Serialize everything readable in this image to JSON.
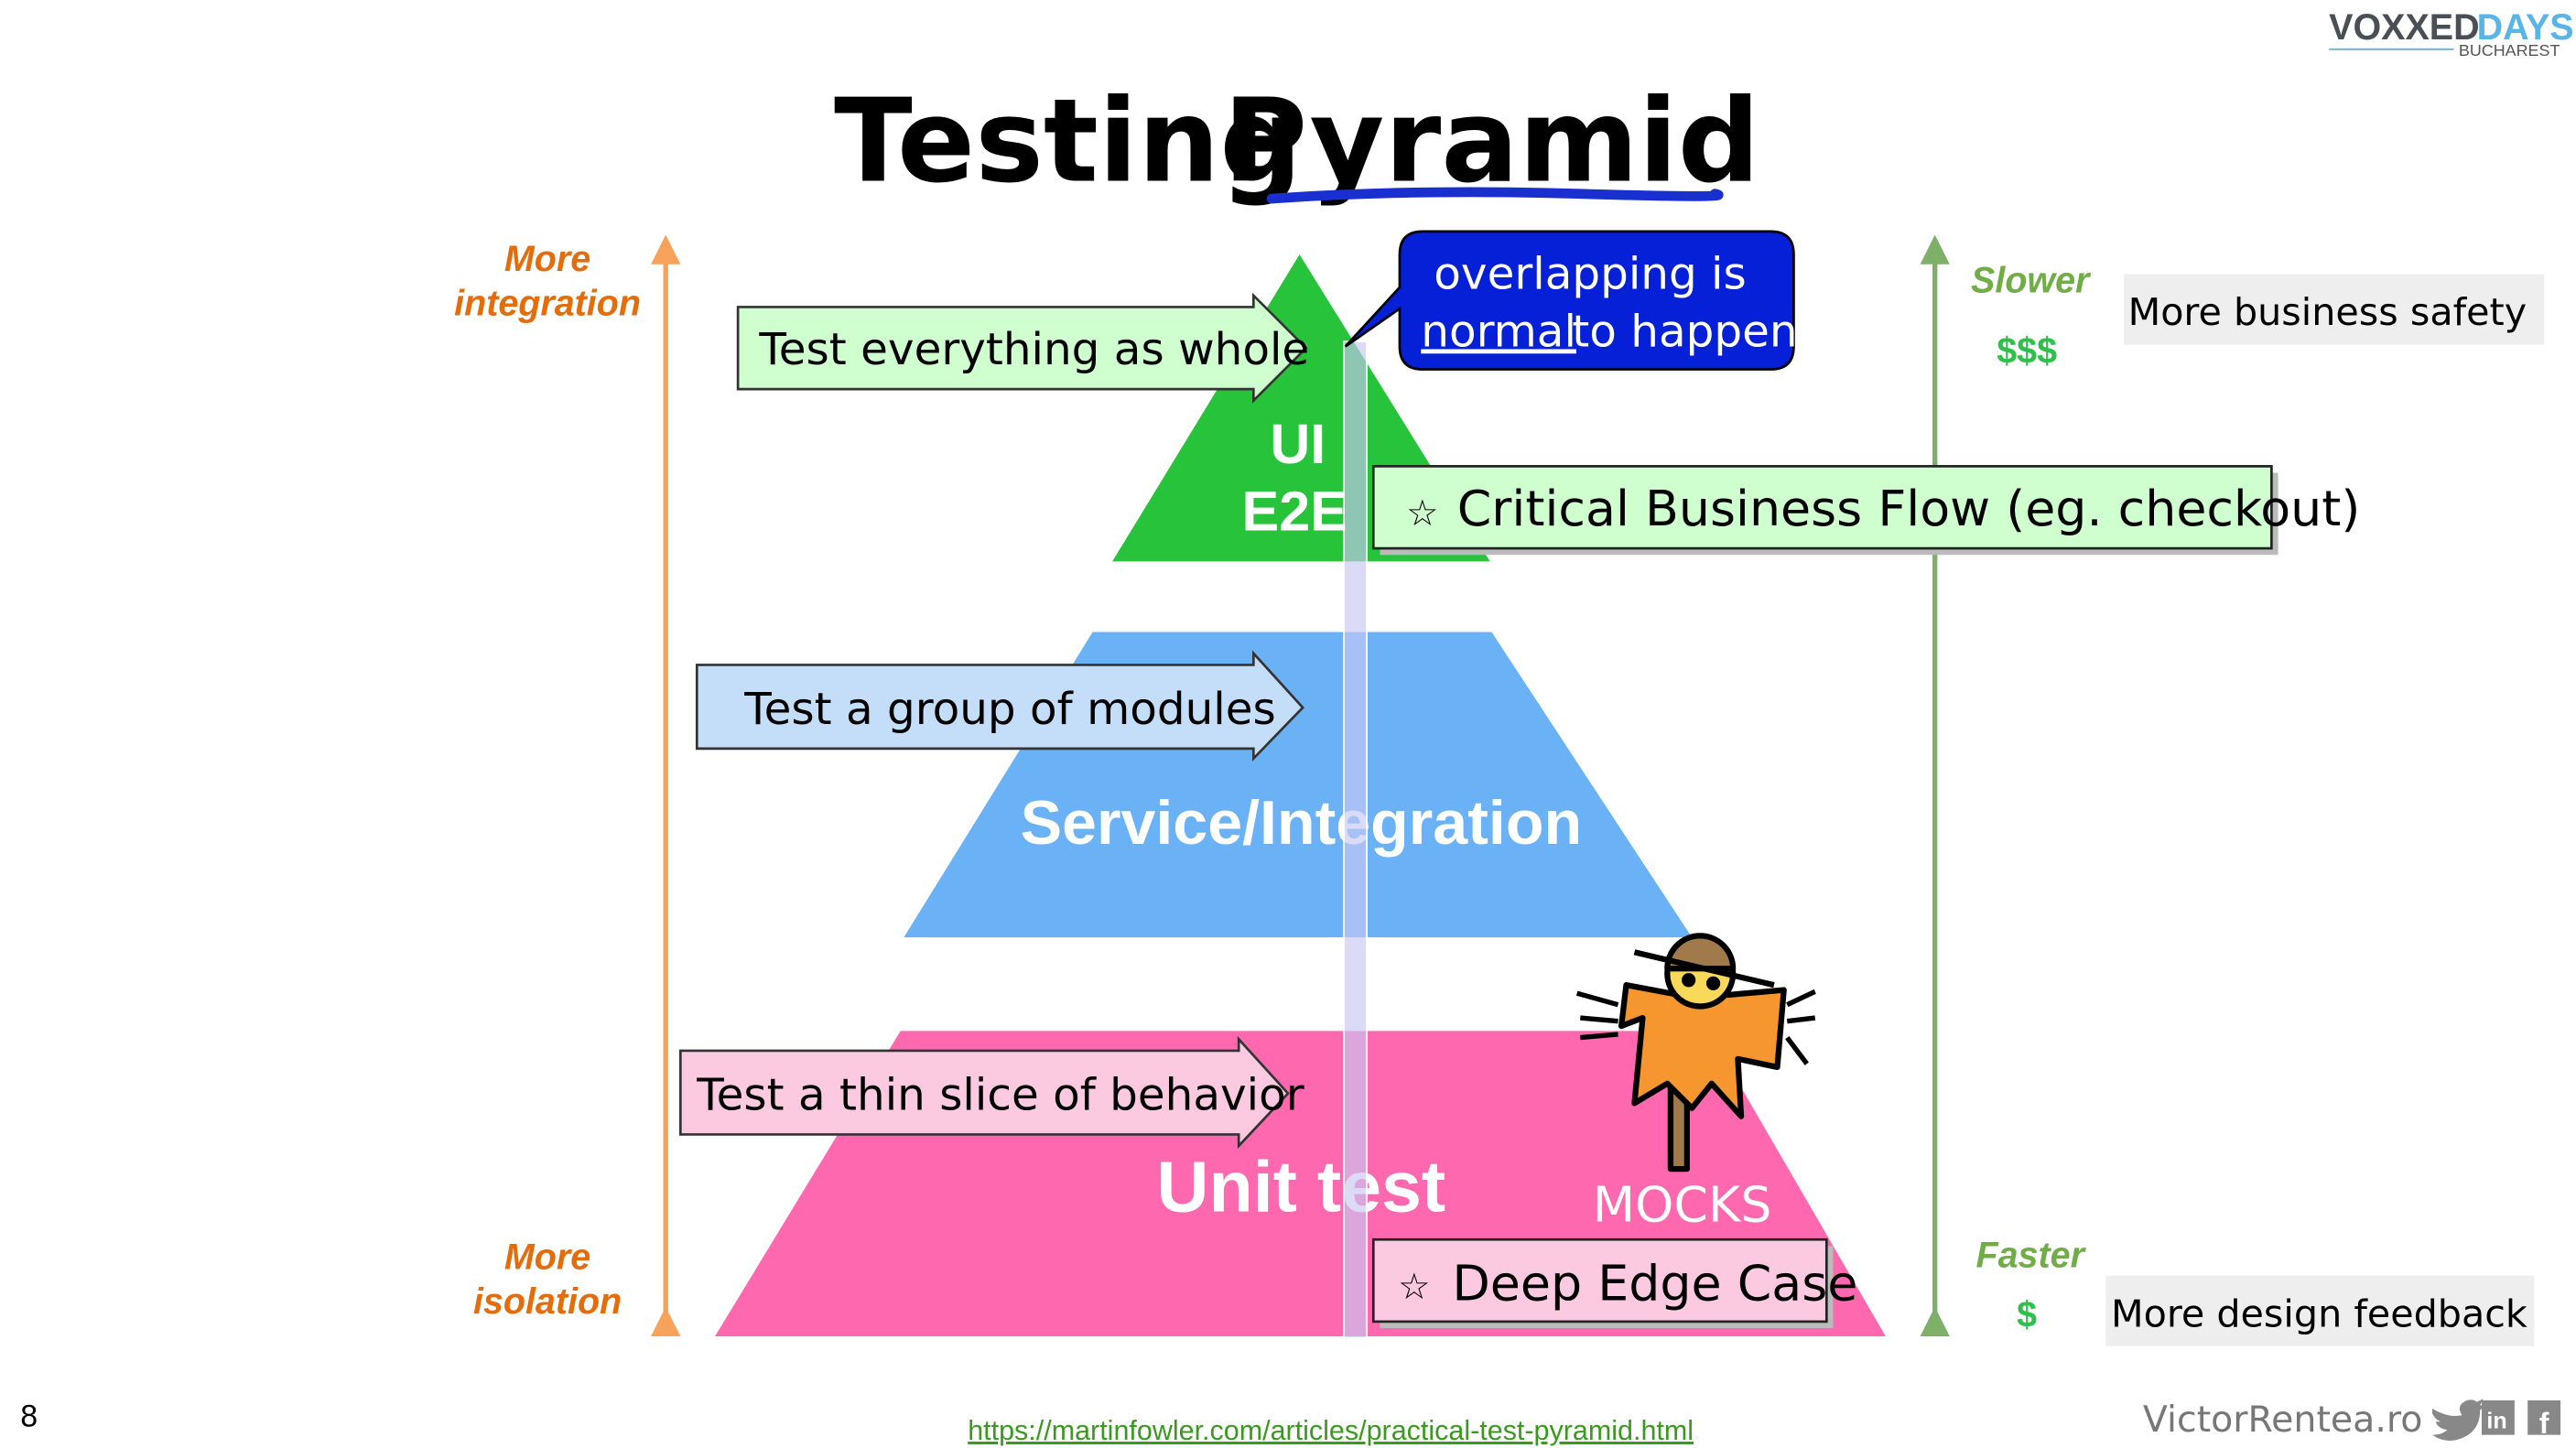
{
  "slide": {
    "title_part1": "Testing",
    "title_part2": "Pyramid",
    "page_number": "8",
    "source_link": "https://martinfowler.com/articles/practical-test-pyramid.html",
    "author_site": "VictorRentea.ro",
    "social_icons": [
      "twitter-icon",
      "linkedin-icon",
      "facebook-icon"
    ]
  },
  "logo": {
    "word1": "VOXXED",
    "word2": "DAYS",
    "city": "BUCHAREST"
  },
  "left_axis": {
    "top_line1": "More",
    "top_line2": "integration",
    "bottom_line1": "More",
    "bottom_line2": "isolation",
    "color": "#e46c0a"
  },
  "right_axis": {
    "top_label": "Slower",
    "top_cost": "$$$",
    "bottom_label": "Faster",
    "bottom_cost": "$",
    "color": "#70ad47",
    "top_note": "More business safety",
    "bottom_note": "More design feedback"
  },
  "pyramid": {
    "top": {
      "line1": "UI",
      "line2": "E2E",
      "color": "#27c33a",
      "callout": "Test everything as whole"
    },
    "middle": {
      "label": "Service/Integration",
      "color": "#6ab2f5",
      "callout": "Test a group of modules"
    },
    "bottom": {
      "label": "Unit test",
      "color": "#fd68ae",
      "callout": "Test a thin slice of behavior",
      "mocks_label": "MOCKS"
    }
  },
  "overlap_note": {
    "word_underlined": "normal",
    "line1": "overlapping is",
    "line2_rest": "to happen"
  },
  "highlights": {
    "star": "☆",
    "critical_flow": "Critical Business Flow (eg. checkout)",
    "edge_case": "Deep Edge Case"
  }
}
